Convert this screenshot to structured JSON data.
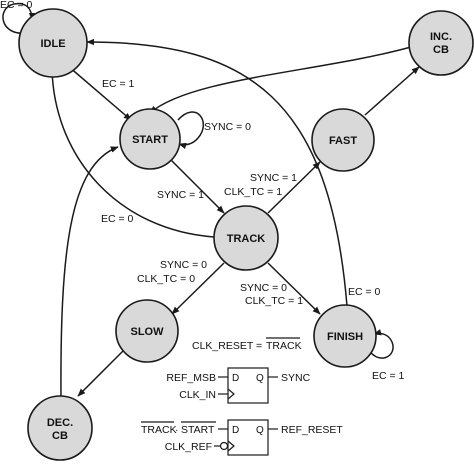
{
  "states": {
    "idle": "IDLE",
    "start": "START",
    "track": "TRACK",
    "fast": "FAST",
    "slow": "SLOW",
    "finish": "FINISH",
    "inc_cb": [
      "INC.",
      "CB"
    ],
    "dec_cb": [
      "DEC.",
      "CB"
    ]
  },
  "transitions": {
    "idle_self": "EC = 0",
    "idle_to_start": "EC = 1",
    "start_self": "SYNC = 0",
    "start_to_track": "SYNC = 1",
    "track_to_idle": "EC = 0",
    "track_to_fast": [
      "SYNC = 1",
      "CLK_TC = 1"
    ],
    "track_to_slow": [
      "SYNC = 0",
      "CLK_TC = 0"
    ],
    "track_to_finish": [
      "SYNC = 0",
      "CLK_TC = 1"
    ],
    "finish_to_idle": "EC = 0",
    "finish_self": "EC = 1"
  },
  "equation": {
    "left": "CLK_RESET = ",
    "right_overlined": "TRACK"
  },
  "flipflop_sync": {
    "input_d": "REF_MSB",
    "input_clk": "CLK_IN",
    "output_q": "SYNC",
    "pin_d": "D",
    "pin_q": "Q"
  },
  "flipflop_reset": {
    "input_d_part1": "TRACK",
    "input_d_dot": "·",
    "input_d_part2": "START",
    "input_clk": "CLK_REF",
    "output_q": "REF_RESET",
    "pin_d": "D",
    "pin_q": "Q"
  }
}
